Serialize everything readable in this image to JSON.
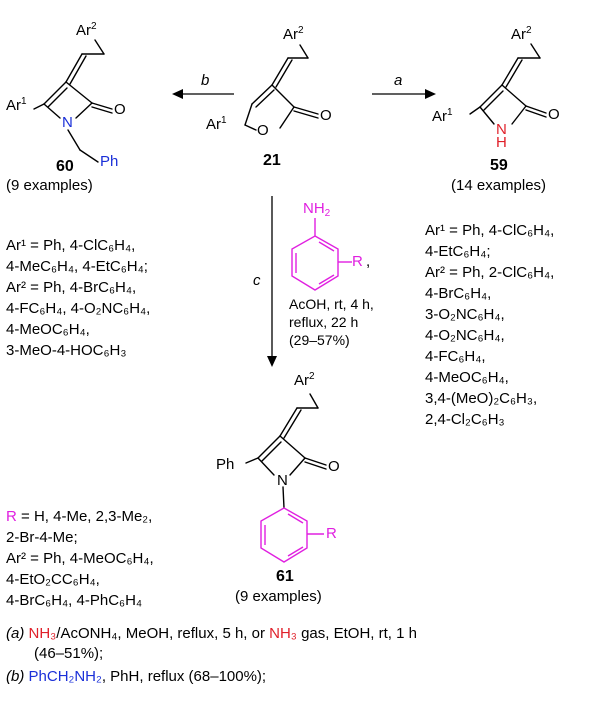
{
  "compounds": {
    "c21": {
      "number": "21",
      "ar1": "Ar",
      "ar1_sup": "1",
      "ar2": "Ar",
      "ar2_sup": "2",
      "carbonyl": "O",
      "ring_o": "O"
    },
    "c59": {
      "number": "59",
      "examples": "(14 examples)",
      "ar1": "Ar",
      "ar1_sup": "1",
      "ar2": "Ar",
      "ar2_sup": "2",
      "carbonyl": "O",
      "nh_n": "N",
      "nh_h": "H"
    },
    "c60": {
      "number": "60",
      "examples": "(9 examples)",
      "ar1": "Ar",
      "ar1_sup": "1",
      "ar2": "Ar",
      "ar2_sup": "2",
      "carbonyl": "O",
      "n": "N",
      "ph": "Ph"
    },
    "c61": {
      "number": "61",
      "examples": "(9 examples)",
      "ph": "Ph",
      "ar2": "Ar",
      "ar2_sup": "2",
      "carbonyl": "O",
      "n": "N",
      "r": "R"
    }
  },
  "arrows": {
    "a": "a",
    "b": "b",
    "c": "c"
  },
  "reagent_c": {
    "nh2": "NH",
    "nh2_sub": "2",
    "r": "R",
    "comma": ",",
    "cond1": "AcOH, rt, 4 h,",
    "cond2": "reflux, 22 h",
    "cond3": "(29–57%)"
  },
  "subs59": {
    "l1": "Ar¹ = Ph, 4-ClC₆H₄,",
    "l2": "4-EtC₆H₄;",
    "l3": "Ar² = Ph, 2-ClC₆H₄,",
    "l4": "4-BrC₆H₄,",
    "l5": "3-O₂NC₆H₄,",
    "l6": "4-O₂NC₆H₄,",
    "l7": "4-FC₆H₄,",
    "l8": "4-MeOC₆H₄,",
    "l9": "3,4-(MeO)₂C₆H₃,",
    "l10": "2,4-Cl₂C₆H₃"
  },
  "subs60": {
    "l1": "Ar¹ = Ph, 4-ClC₆H₄,",
    "l2": "4-MeC₆H₄, 4-EtC₆H₄;",
    "l3": "Ar² = Ph, 4-BrC₆H₄,",
    "l4": "4-FC₆H₄, 4-O₂NC₆H₄,",
    "l5": "4-MeOC₆H₄,",
    "l6": "3-MeO-4-HOC₆H₃"
  },
  "subs61": {
    "r": "R",
    "l1_rest": " = H, 4-Me, 2,3-Me₂,",
    "l2": "2-Br-4-Me;",
    "l3": "Ar² = Ph, 4-MeOC₆H₄,",
    "l4": "4-EtO₂CC₆H₄,",
    "l5": "4-BrC₆H₄, 4-PhC₆H₄"
  },
  "footnotes": {
    "a_label": "(a)",
    "a_r1": "NH₃",
    "a_t1": "/AcONH₄, MeOH, reflux, 5 h, or ",
    "a_r2": "NH₃",
    "a_t2": " gas, EtOH, rt, 1 h",
    "a_t3": "(46–51%);",
    "b_label": "(b)",
    "b_r": "PhCH₂NH₂",
    "b_t": ", PhH, reflux (68–100%);"
  },
  "colors": {
    "reagent": "#e020e0",
    "ammonia": "#e0202a",
    "benzylamine": "#1a2fd8",
    "line": "#000000"
  }
}
